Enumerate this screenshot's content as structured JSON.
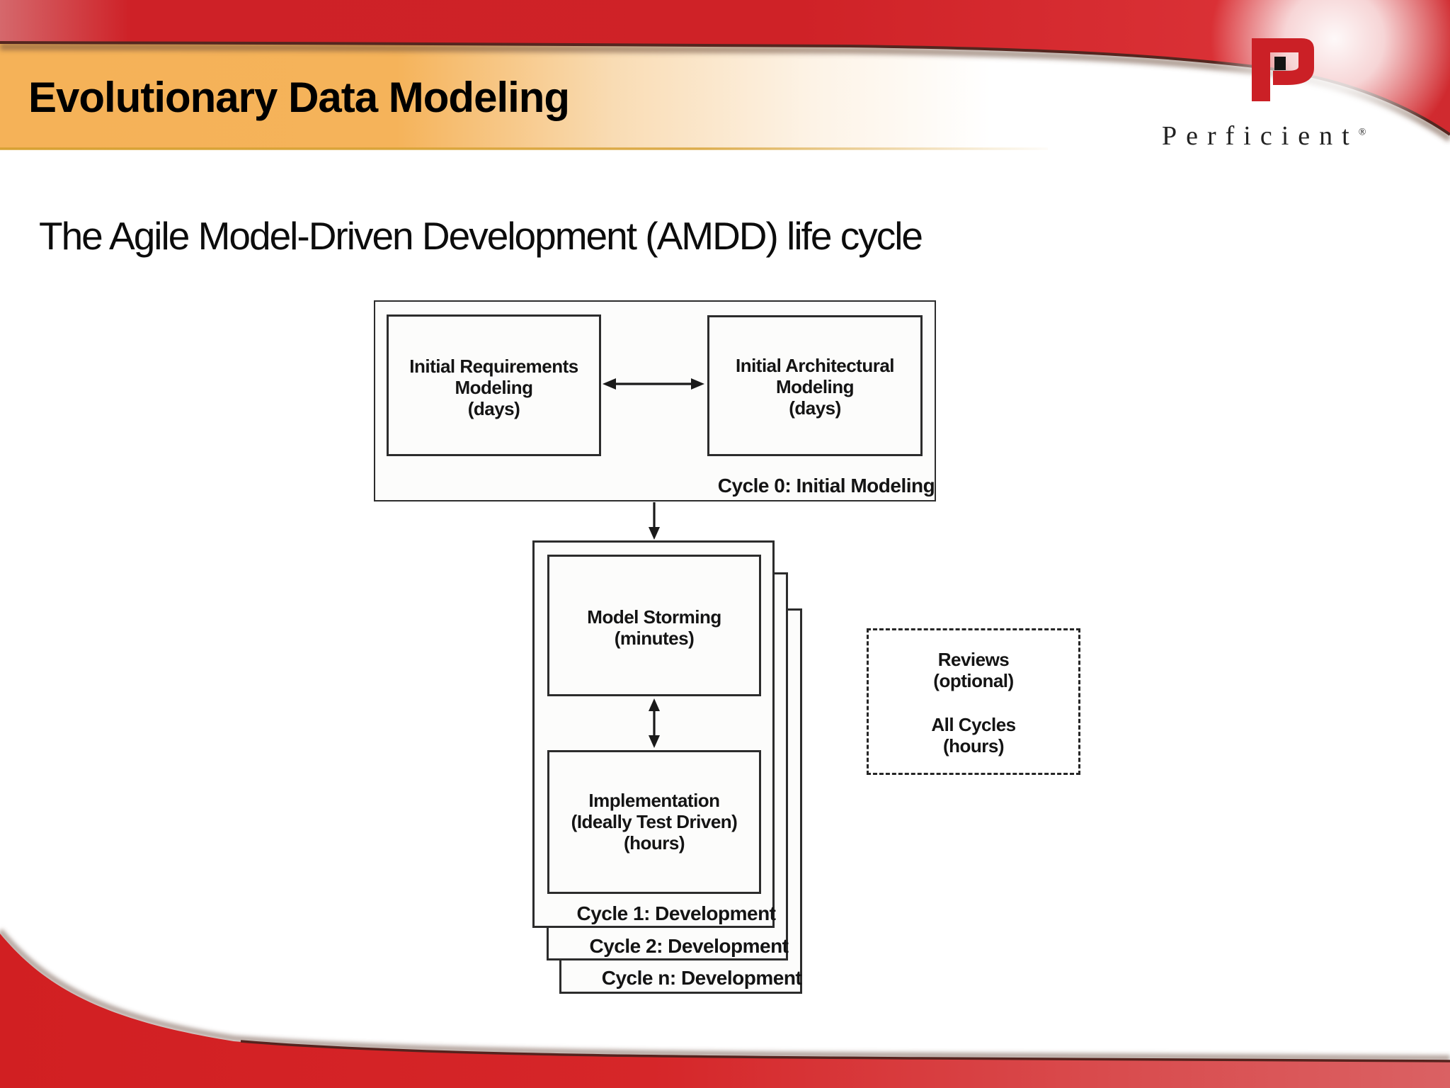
{
  "slide": {
    "title": "Evolutionary Data Modeling",
    "heading": "The Agile Model-Driven Development (AMDD) life cycle"
  },
  "logo": {
    "brand": "Perficient",
    "registered": "®"
  },
  "diagram": {
    "cycle0": {
      "requirements": {
        "lines": [
          "Initial Requirements",
          "Modeling",
          "(days)"
        ]
      },
      "architecture": {
        "lines": [
          "Initial Architectural",
          "Modeling",
          "(days)"
        ]
      },
      "label": "Cycle 0: Initial Modeling"
    },
    "development": {
      "model_storming": {
        "lines": [
          "Model Storming",
          "(minutes)"
        ]
      },
      "implementation": {
        "lines": [
          "Implementation",
          "(Ideally Test Driven)",
          "(hours)"
        ]
      },
      "cycle1_label": "Cycle 1: Development",
      "cycle2_label": "Cycle 2: Development",
      "cyclen_label": "Cycle n: Development"
    },
    "reviews": {
      "lines": [
        "Reviews",
        "(optional)",
        "All Cycles",
        "(hours)"
      ]
    }
  },
  "colors": {
    "brand_red": "#ce2127",
    "band_orange": "#f5b258",
    "gold_line": "#d7a133",
    "bottom_red": "#d62629",
    "diagram_line": "#2c2c2c"
  }
}
